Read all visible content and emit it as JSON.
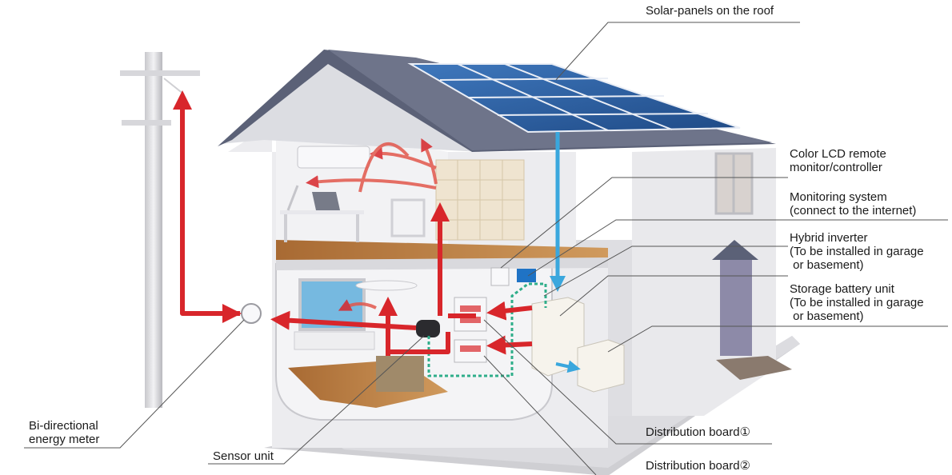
{
  "labels": {
    "solar_panels": "Solar-panels on the roof",
    "lcd_controller": "Color LCD remote\nmonitor/controller",
    "monitoring_system": "Monitoring system\n(connect to the internet)",
    "hybrid_inverter": "Hybrid inverter\n(To be installed in garage\n or basement)",
    "storage_battery": "Storage battery unit\n(To be installed in garage\n or basement)",
    "distribution_board_1": "Distribution board①",
    "distribution_board_2": "Distribution board②",
    "energy_meter": "Bi-directional\nenergy meter",
    "sensor_unit": "Sensor unit"
  },
  "colors": {
    "power_flow": "#d8262b",
    "solar_flow": "#3aa7dd",
    "data_link": "#2fae8a",
    "roof": "#5b6177",
    "solar_panel": "#2b5b9a",
    "wall": "#e7e7ea",
    "floor_wood": "#b5773f"
  }
}
